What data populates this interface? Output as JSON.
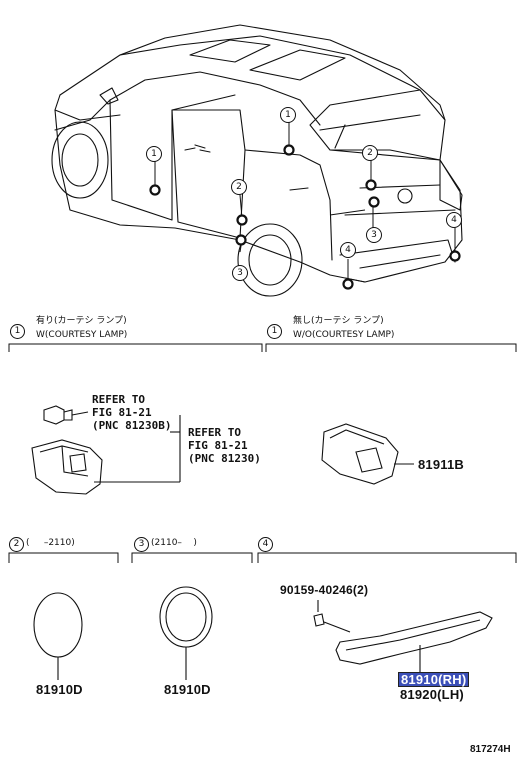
{
  "header_left": {
    "callout": "1",
    "jp_label": "有り(カーテシ ランプ)",
    "en_label": "W(COURTESY LAMP)"
  },
  "header_right": {
    "callout": "1",
    "jp_label": "無し(カーテシ ランプ)",
    "en_label": "W/O(COURTESY LAMP)"
  },
  "section2": {
    "callout": "2",
    "label": "(     –2110)"
  },
  "section3": {
    "callout": "3",
    "label": "(2110–    )"
  },
  "section4": {
    "callout": "4"
  },
  "refer_bulb": "REFER TO\nFIG 81-21\n(PNC 81230B)",
  "refer_lamp": "REFER TO\nFIG 81-21\n(PNC 81230)",
  "part_81911B": "81911B",
  "part_section2": "81910D",
  "part_section3": "81910D",
  "bolt_part": "90159-40246(2)",
  "part_rh": "81910(RH)",
  "part_lh": "81920(LH)",
  "figure_id": "817274H",
  "vehicle_callouts": [
    "1",
    "1",
    "2",
    "2",
    "3",
    "3",
    "4",
    "4"
  ]
}
